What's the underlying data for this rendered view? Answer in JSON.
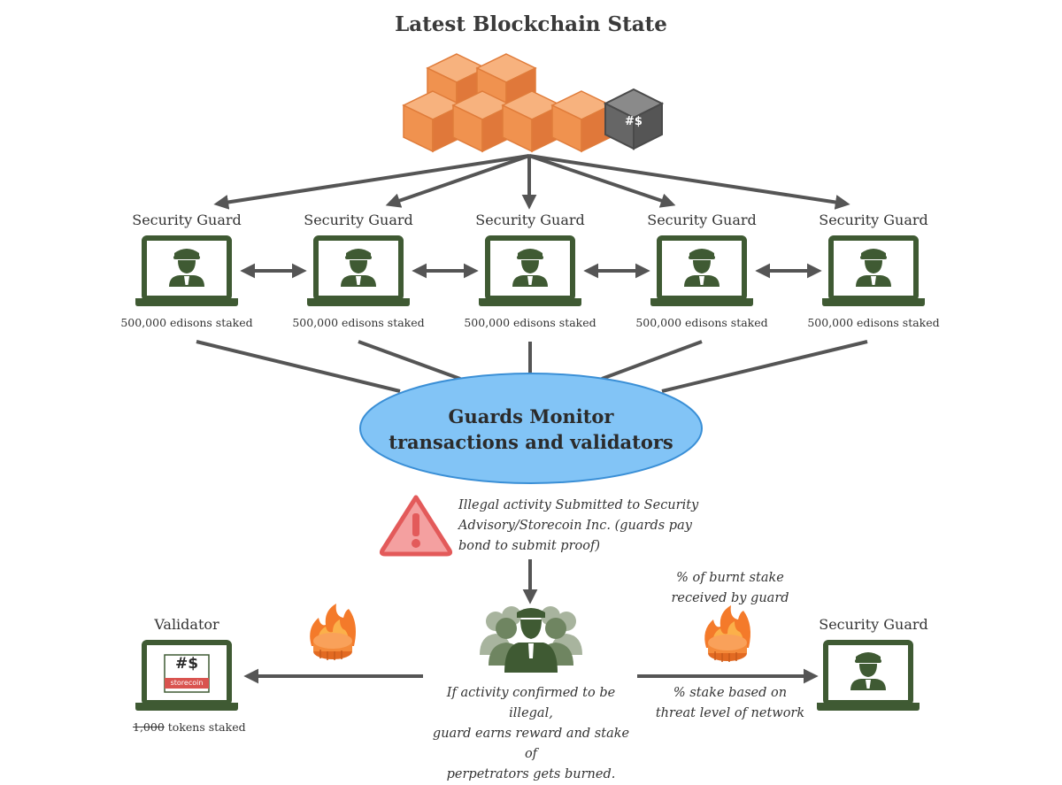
{
  "title": "Latest Blockchain State",
  "guards": [
    {
      "label": "Security Guard",
      "stake": "500,000 edisons staked"
    },
    {
      "label": "Security Guard",
      "stake": "500,000 edisons staked"
    },
    {
      "label": "Security Guard",
      "stake": "500,000 edisons staked"
    },
    {
      "label": "Security Guard",
      "stake": "500,000 edisons staked"
    },
    {
      "label": "Security Guard",
      "stake": "500,000 edisons staked"
    }
  ],
  "monitor": {
    "line1": "Guards Monitor",
    "line2": "transactions and validators"
  },
  "warning": {
    "line1": "Illegal activity Submitted to Security",
    "line2": "Advisory/Storecoin Inc. (guards pay",
    "line3": "bond to submit proof)"
  },
  "validator": {
    "label": "Validator",
    "stake_struck": "1,000",
    "stake_rest": " tokens staked",
    "logo_text": "storecoin",
    "logo_symbol": "#$"
  },
  "outcome": {
    "line1": "If activity confirmed to be illegal,",
    "line2": "guard earns reward and stake of",
    "line3": "perpetrators gets burned."
  },
  "reward": {
    "guard_label": "Security Guard",
    "top_line1": "% of burnt stake",
    "top_line2": "received by guard",
    "bottom_line1": "% stake based on",
    "bottom_line2": "threat level of network"
  },
  "block_symbol": "#$",
  "colors": {
    "cube": "#f0924f",
    "cube_dark": "#d9763a",
    "laptop": "#3f5a33",
    "ellipse": "#82c4f6",
    "ellipse_stroke": "#3a8fd6",
    "arrow": "#555555",
    "warning": "#e35a5a",
    "flame": "#f47a2a"
  }
}
